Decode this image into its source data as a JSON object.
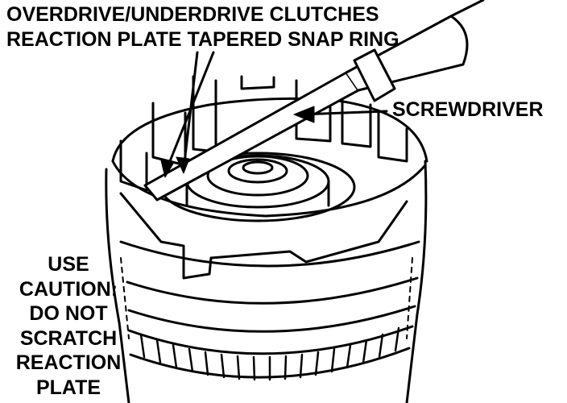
{
  "labels": {
    "clutch_line1": "OVERDRIVE/UNDERDRIVE CLUTCHES",
    "clutch_line2": "REACTION PLATE TAPERED SNAP RING",
    "screwdriver": "SCREWDRIVER",
    "caution_lines": [
      "USE",
      "CAUTION:",
      "DO NOT",
      "SCRATCH",
      "REACTION",
      "PLATE"
    ]
  },
  "colors": {
    "ink": "#000000",
    "paper": "#ffffff"
  }
}
